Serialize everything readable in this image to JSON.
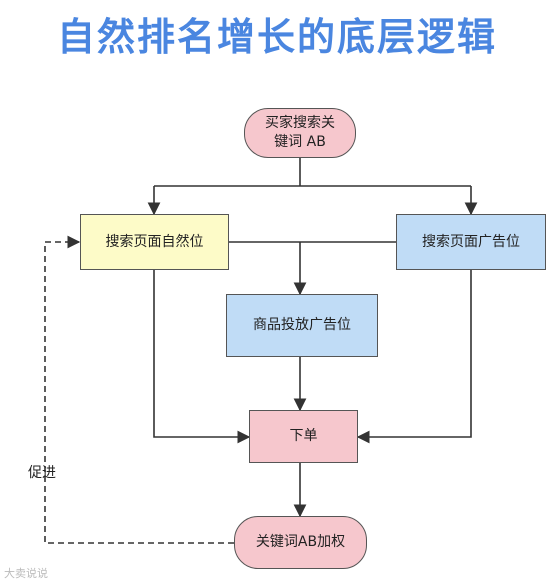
{
  "title": "自然排名增长的底层逻辑",
  "nodes": {
    "start": "买家搜索关\n键词 AB",
    "natural": "搜索页面自然位",
    "ad_search": "搜索页面广告位",
    "ad_product": "商品投放广告位",
    "order": "下单",
    "boost": "关键词AB加权"
  },
  "edge_labels": {
    "feedback": "促进"
  },
  "colors": {
    "title": "#4a86e0",
    "pink": "#f6c7cd",
    "yellow": "#fdfbc8",
    "blue": "#c0dcf6"
  },
  "watermark": "大卖说说"
}
